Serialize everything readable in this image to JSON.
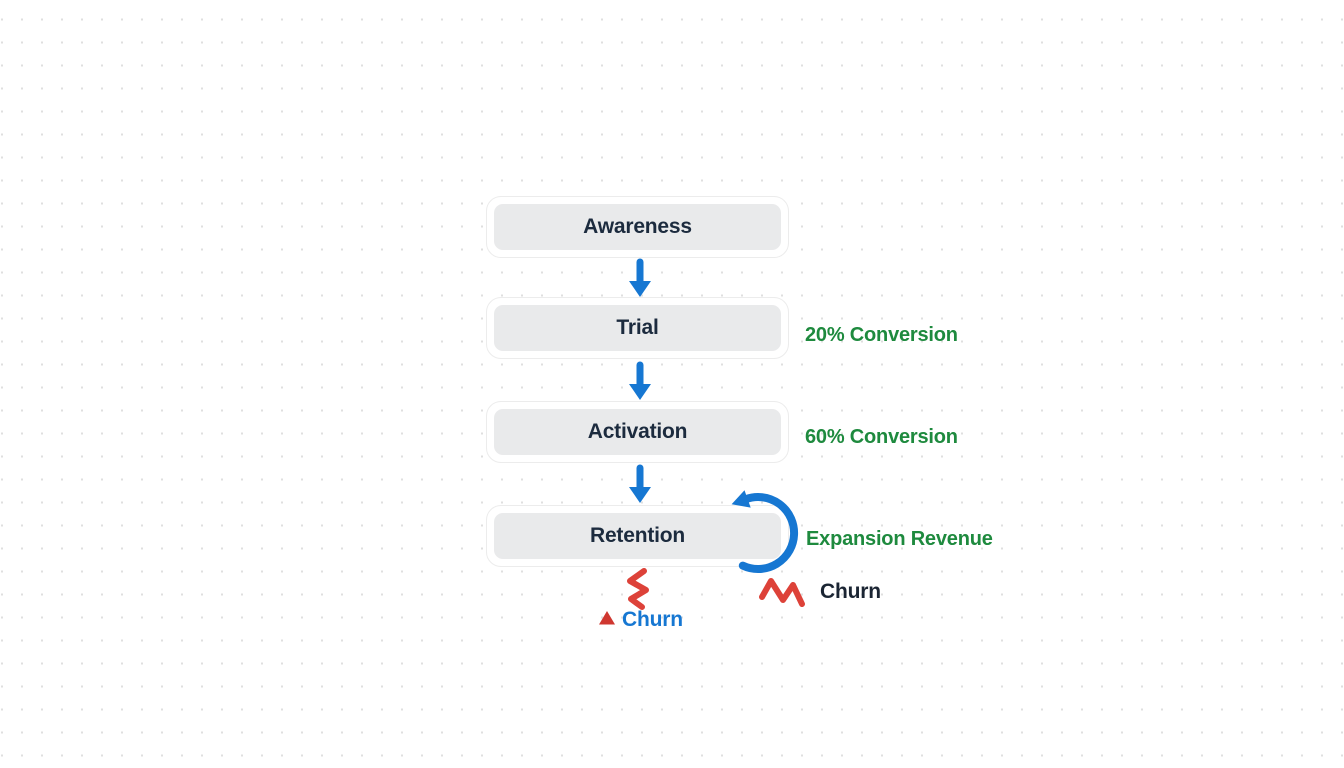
{
  "funnel": {
    "stages": [
      {
        "label": "Awareness"
      },
      {
        "label": "Trial",
        "annotation": "20% Conversion"
      },
      {
        "label": "Activation",
        "annotation": "60% Conversion"
      },
      {
        "label": "Retention",
        "annotation": "Expansion Revenue"
      }
    ],
    "churn_bottom": {
      "label": "Churn"
    },
    "churn_right": {
      "label": "Churn"
    }
  },
  "icons": {
    "flow_arrow": "down-arrow",
    "expansion_loop": "circular-loop-arrow",
    "churn_bottom": "vertical-zigzag",
    "churn_right": "horizontal-zigzag",
    "churn_marker": "small-triangle"
  },
  "colors": {
    "arrow_blue": "#1677d2",
    "annotation_green": "#1e8a3e",
    "churn_red": "#dd4239",
    "churn_bottom_text": "#1677d2",
    "churn_right_text": "#1b2533",
    "stage_fill": "#e9eaeb",
    "stage_border": "#ececec",
    "stage_text": "#1c2b3e",
    "grid_dot": "#d9d9d9"
  }
}
